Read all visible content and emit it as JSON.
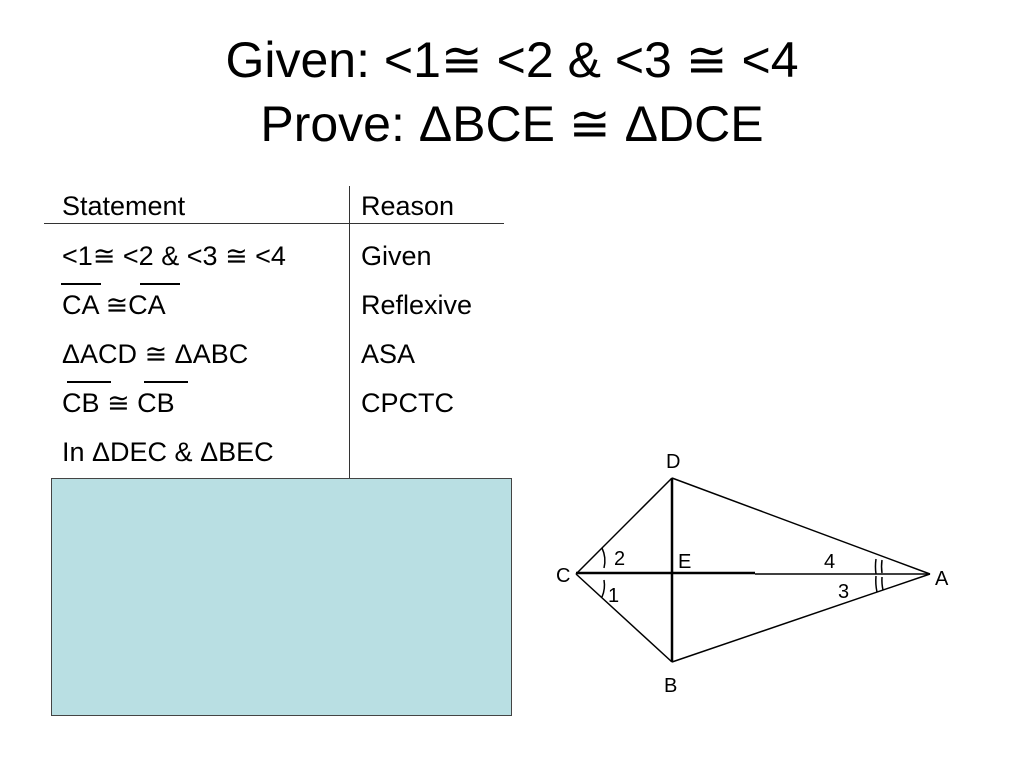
{
  "title": {
    "line1": "Given: <1≅ <2 & <3 ≅ <4",
    "line2": "Prove: ΔBCE ≅ ΔDCE"
  },
  "table": {
    "headers": {
      "statement": "Statement",
      "reason": "Reason"
    },
    "rows": [
      {
        "statement": "<1≅ <2 & <3 ≅ <4",
        "reason": "Given"
      },
      {
        "statement": "CA ≅CA",
        "reason": "Reflexive"
      },
      {
        "statement": "ΔACD ≅ ΔABC",
        "reason": "ASA"
      },
      {
        "statement": "CB ≅ CB",
        "reason": "CPCTC"
      },
      {
        "statement": "In ΔDEC & ΔBEC",
        "reason": ""
      }
    ]
  },
  "diagram": {
    "points": {
      "A": "A",
      "B": "B",
      "C": "C",
      "D": "D",
      "E": "E"
    },
    "angles": {
      "a1": "1",
      "a2": "2",
      "a3": "3",
      "a4": "4"
    }
  }
}
